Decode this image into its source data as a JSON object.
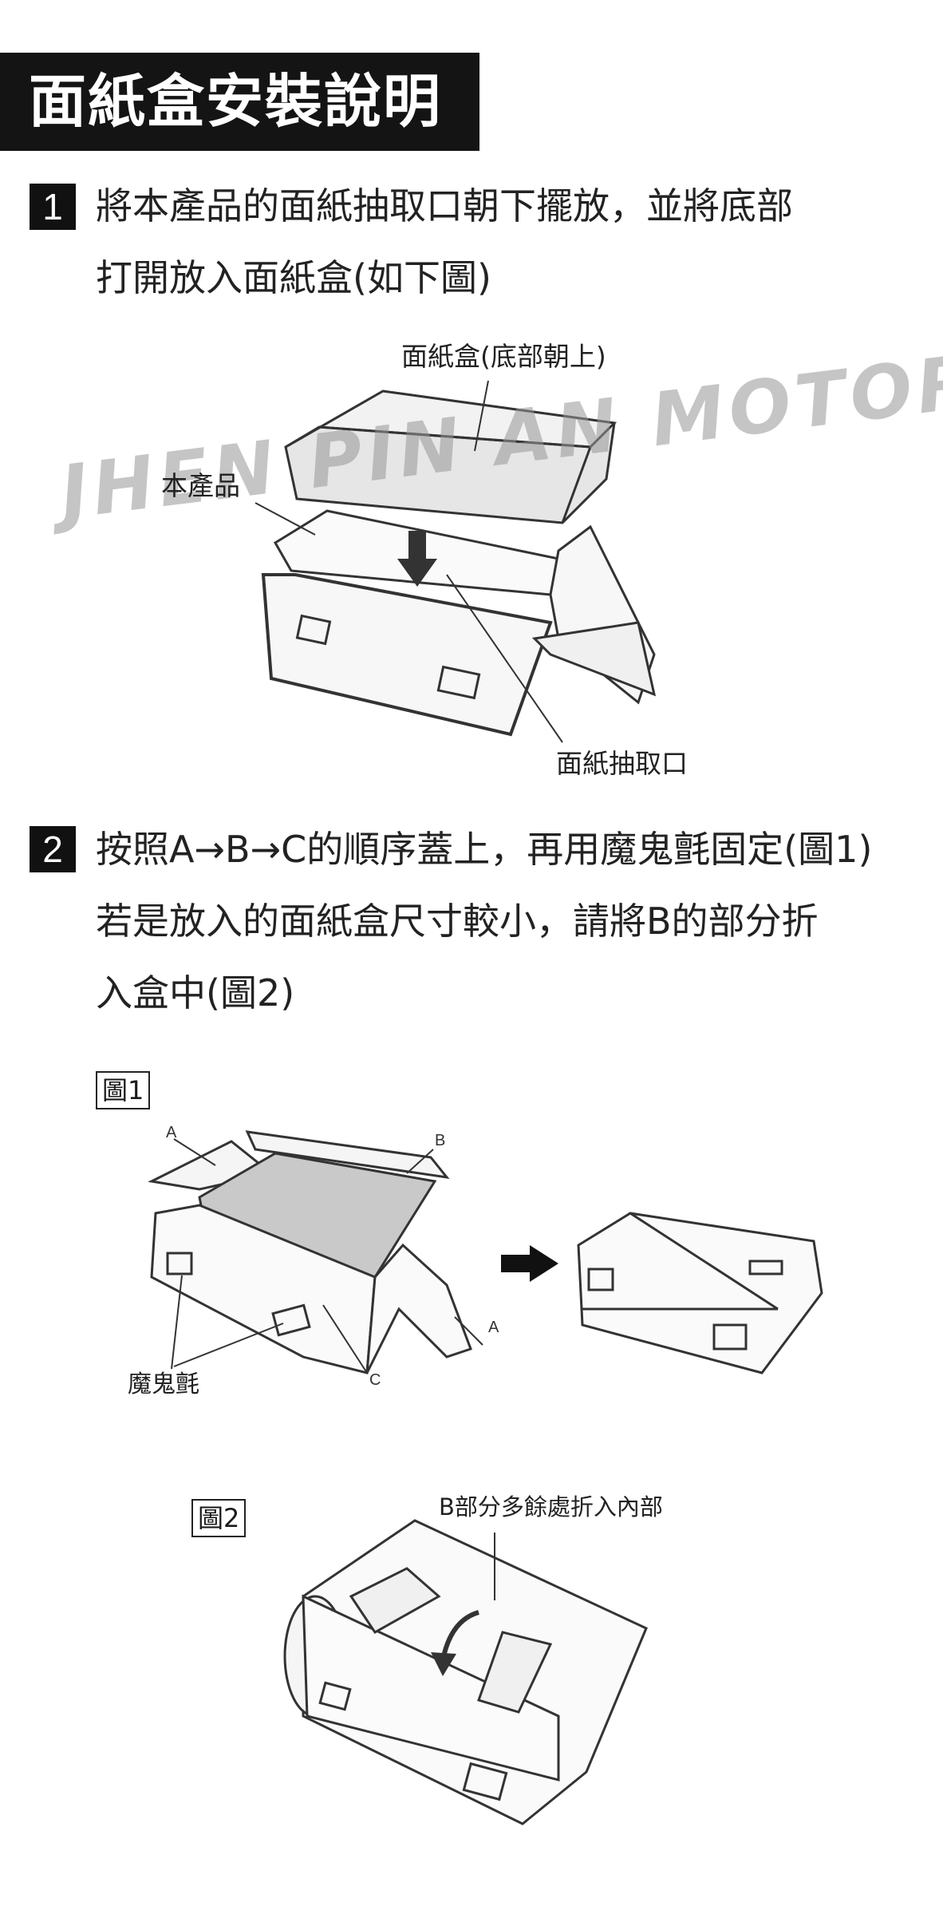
{
  "title": "面紙盒安裝說明",
  "step1": {
    "number": "1",
    "line1": "將本產品的面紙抽取口朝下擺放，並將底部",
    "line2": "打開放入面紙盒(如下圖)"
  },
  "fig1": {
    "label_box": "面紙盒(底部朝上)",
    "label_product": "本產品",
    "label_opening": "面紙抽取口"
  },
  "watermark": "JHEN PIN AN MOTOR WORLD",
  "step2": {
    "number": "2",
    "line1": "按照A→B→C的順序蓋上，再用魔鬼氈固定(圖1)",
    "line2": "若是放入的面紙盒尺寸較小，請將B的部分折",
    "line3": "入盒中(圖2)"
  },
  "figA": {
    "tag": "圖1",
    "letter_a1": "A",
    "letter_b": "B",
    "letter_a2": "A",
    "letter_c": "C",
    "label_velcro": "魔鬼氈"
  },
  "figB": {
    "tag": "圖2",
    "label_fold": "B部分多餘處折入內部"
  }
}
